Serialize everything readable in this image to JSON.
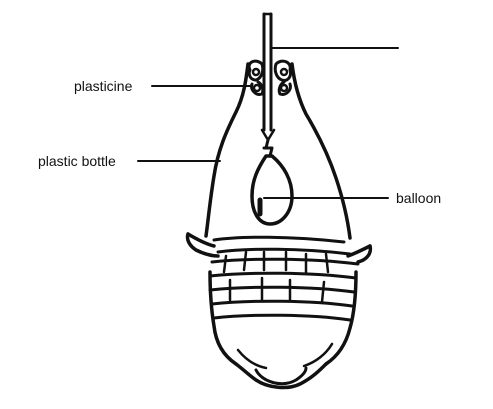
{
  "labels": {
    "plasticine": "plasticine",
    "plastic_bottle": "plastic bottle",
    "balloon": "balloon"
  },
  "colors": {
    "ink": "#111111",
    "background": "#ffffff"
  }
}
